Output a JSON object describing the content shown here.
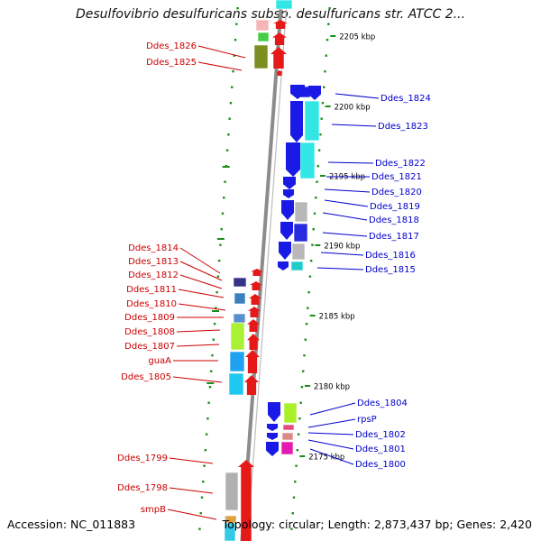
{
  "title": "Desulfovibrio desulfuricans subsp. desulfuricans str. ATCC 2...",
  "footer": {
    "accession": "Accession: NC_011883",
    "summary": "Topology: circular; Length: 2,873,437 bp; Genes: 2,420"
  },
  "colors": {
    "forward_label": "#cc0000",
    "reverse_label": "#0000cc",
    "backbone": "#8c8c8c",
    "tick": "#1a8f1a"
  },
  "ruler": {
    "unit": "kbp",
    "marks": [
      "2205 kbp",
      "2200 kbp",
      "2195 kbp",
      "2190 kbp",
      "2185 kbp",
      "2180 kbp",
      "2175 kbp"
    ]
  },
  "forward_genes": [
    {
      "name": "Ddes_1826"
    },
    {
      "name": "Ddes_1825"
    },
    {
      "name": "Ddes_1814"
    },
    {
      "name": "Ddes_1813"
    },
    {
      "name": "Ddes_1812"
    },
    {
      "name": "Ddes_1811"
    },
    {
      "name": "Ddes_1810"
    },
    {
      "name": "Ddes_1809"
    },
    {
      "name": "Ddes_1808"
    },
    {
      "name": "Ddes_1807"
    },
    {
      "name": "guaA"
    },
    {
      "name": "Ddes_1805"
    },
    {
      "name": "Ddes_1799"
    },
    {
      "name": "Ddes_1798"
    },
    {
      "name": "smpB"
    }
  ],
  "reverse_genes": [
    {
      "name": "Ddes_1824"
    },
    {
      "name": "Ddes_1823"
    },
    {
      "name": "Ddes_1822"
    },
    {
      "name": "Ddes_1821"
    },
    {
      "name": "Ddes_1820"
    },
    {
      "name": "Ddes_1819"
    },
    {
      "name": "Ddes_1818"
    },
    {
      "name": "Ddes_1817"
    },
    {
      "name": "Ddes_1816"
    },
    {
      "name": "Ddes_1815"
    },
    {
      "name": "Ddes_1804"
    },
    {
      "name": "rpsP"
    },
    {
      "name": "Ddes_1802"
    },
    {
      "name": "Ddes_1801"
    },
    {
      "name": "Ddes_1800"
    }
  ]
}
